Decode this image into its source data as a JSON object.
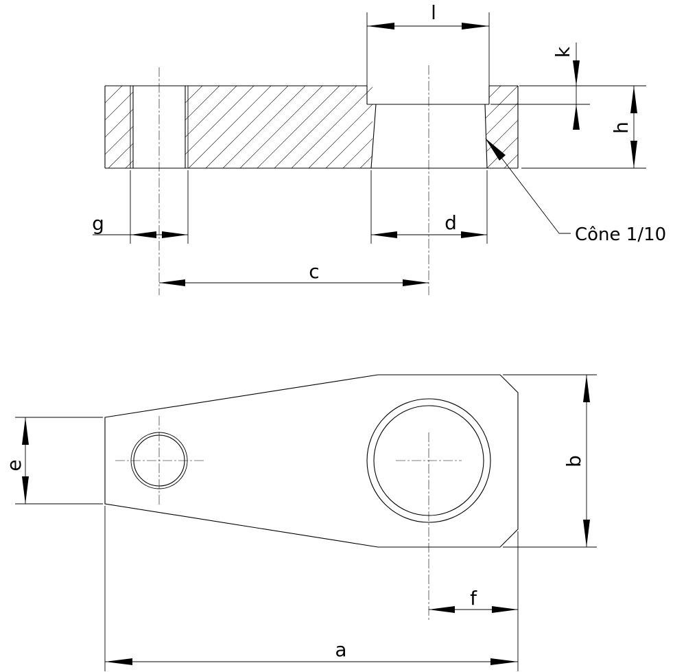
{
  "dimensions": {
    "a": "a",
    "b": "b",
    "c": "c",
    "d": "d",
    "e": "e",
    "f": "f",
    "g": "g",
    "h": "h",
    "k": "k",
    "l": "l"
  },
  "note": "Cône 1/10"
}
